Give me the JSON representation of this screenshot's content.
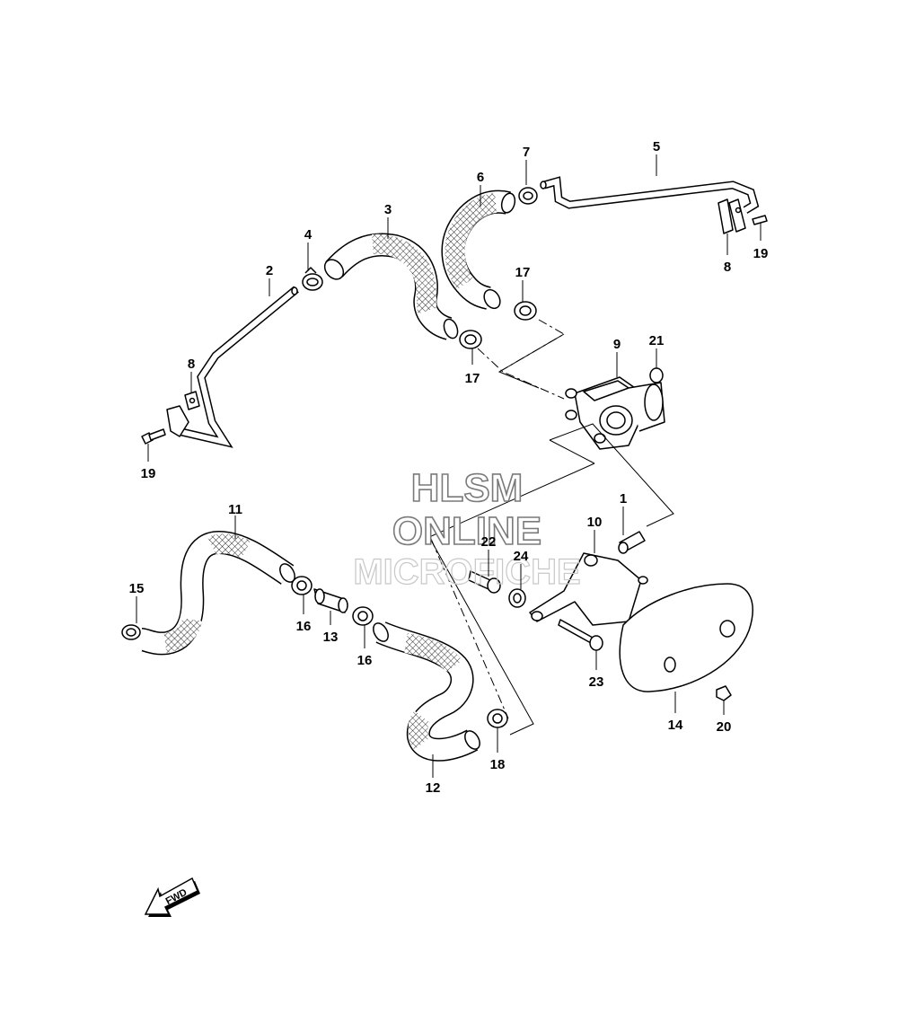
{
  "watermark": {
    "line1": "HLSM",
    "line2": "ONLINE",
    "line3": "MICROFICHE"
  },
  "fwd_arrow_label": "FWD",
  "callouts": [
    "1",
    "2",
    "3",
    "4",
    "5",
    "6",
    "7",
    "8",
    "8",
    "9",
    "10",
    "11",
    "12",
    "13",
    "14",
    "15",
    "16",
    "16",
    "17",
    "17",
    "18",
    "19",
    "19",
    "20",
    "21",
    "22",
    "23",
    "24"
  ]
}
